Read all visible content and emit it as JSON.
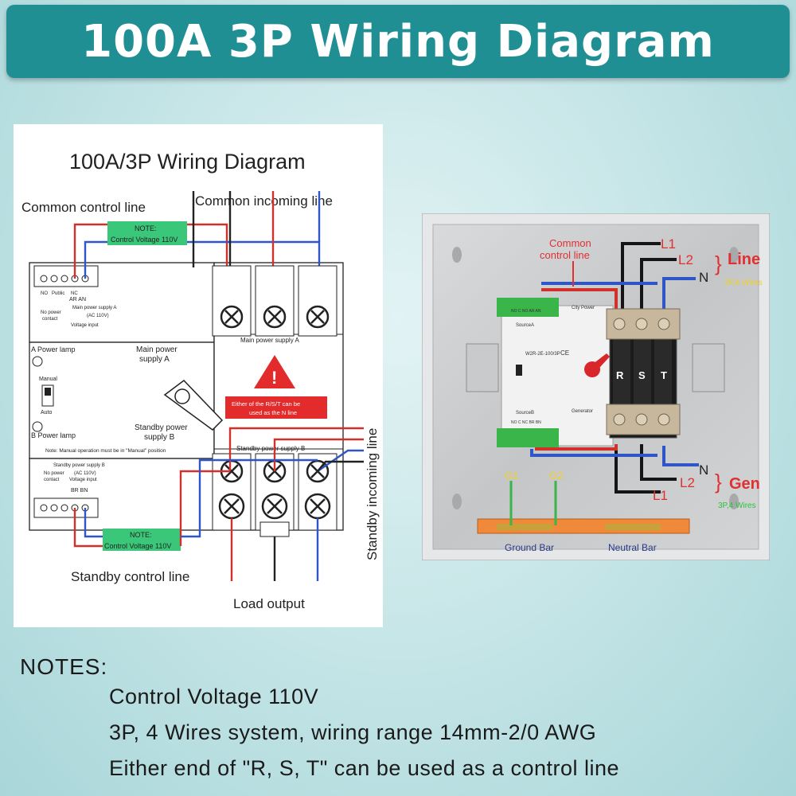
{
  "banner": {
    "title": "100A 3P Wiring Diagram"
  },
  "schematic": {
    "title": "100A/3P Wiring Diagram",
    "common_control_line": "Common control line",
    "common_incoming_line": "Common incoming line",
    "note_top_1": "NOTE:",
    "note_top_2": "Control Voltage 110V",
    "top_terminal_no": "NO",
    "top_terminal_public": "Public",
    "top_terminal_nc": "NC",
    "top_ar_an": "AR  AN",
    "top_no_power": "No power",
    "top_contact": "contact",
    "top_main_supply": "Main power supply A",
    "top_ac": "(AC 110V)",
    "top_voltage_input": "Voltage input",
    "main_power_supply_a": "Main power supply A",
    "a_power_lamp": "A Power lamp",
    "main_power_supply_label_1": "Main power",
    "main_power_supply_label_2": "supply A",
    "manual": "Manual",
    "auto": "Auto",
    "warning_1": "Either of the R/S/T can be",
    "warning_2": "used as the N line",
    "standby_power_label_1": "Standby power",
    "standby_power_label_2": "supply B",
    "b_power_lamp": "B Power lamp",
    "manual_note": "Note: Manual operation must be in \"Manual\" position",
    "standby_power_supply_b_top": "Standby power supply B",
    "standby_power_supply_b_bottom": "Standby power supply B",
    "bottom_no_power": "No power",
    "bottom_contact": "contact",
    "bottom_ac": "(AC 110V)",
    "bottom_voltage_input": "Voltage input",
    "bottom_br_bn": "BR  BN",
    "note_bottom_1": "NOTE:",
    "note_bottom_2": "Control Voltage 110V",
    "standby_control_line": "Standby control line",
    "standby_incoming_line": "Standby incoming line",
    "load_output": "Load output"
  },
  "photo": {
    "common_control_line_1": "Common",
    "common_control_line_2": "control line",
    "line_group": "Line",
    "line_wires": "3P,4 Wires",
    "gen_group": "Gen",
    "gen_wires": "3P,4 Wires",
    "l1_top": "L1",
    "l2_top": "L2",
    "n_top": "N",
    "n_bottom": "N",
    "l2_bottom": "L2",
    "l1_bottom": "L1",
    "g1": "G1",
    "g2": "G2",
    "ground_bar": "Ground Bar",
    "neutral_bar": "Neutral Bar",
    "r": "R",
    "s": "S",
    "t": "T",
    "city_power": "City Power",
    "source_a": "SourceA",
    "source_b": "SourceB",
    "generator": "Generator",
    "model": "W2R-2E-100/3P",
    "ce": "CE",
    "top_terminal_labels": "NO C NO AR AN",
    "bottom_terminal_labels": "NO C NC BR BN"
  },
  "notes": {
    "title": "NOTES:",
    "lines": [
      "Control Voltage 110V",
      "3P, 4 Wires system, wiring range 14mm-2/0 AWG",
      "Either end of \"R, S, T\" can be used as a control line"
    ]
  },
  "colors": {
    "banner": "#1f8f94",
    "red_wire": "#d1312b",
    "blue_wire": "#2f56c9",
    "note_green": "#3bc779",
    "warning_red": "#e32b2b",
    "group_label_red": "#e03030",
    "wires_yellow": "#f2d020",
    "gen_label_green": "#27c43a"
  }
}
